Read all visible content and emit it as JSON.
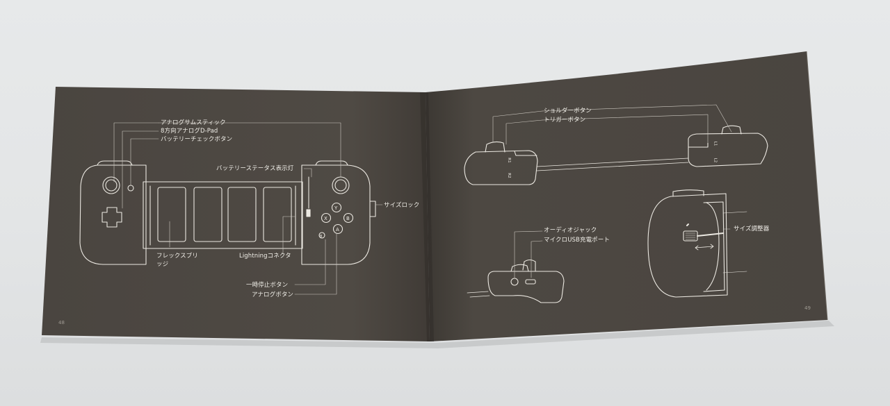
{
  "left_page": {
    "labels": {
      "analog_thumbstick": "アナログサムスティック",
      "dpad": "8方向アナログD-Pad",
      "battery_check": "バッテリーチェックボタン",
      "battery_status": "バッテリーステータス表示灯",
      "size_lock": "サイズロック",
      "flex_bridge_1": "フレックスブリ",
      "flex_bridge_2": "ッジ",
      "lightning": "Lightningコネクタ",
      "pause": "一時停止ボタン",
      "analog_buttons": "アナログボタン"
    },
    "face_buttons": [
      "Y",
      "X",
      "B",
      "A"
    ],
    "small_button": "B",
    "page_number": "48"
  },
  "right_page": {
    "labels": {
      "shoulder": "ショルダーボタン",
      "trigger": "トリガーボタン",
      "audio": "オーディオジャック",
      "micro_usb": "マイクロUSB充電ポート",
      "size_adjuster": "サイズ調整器"
    },
    "button_marks": [
      "R1",
      "R2",
      "L1",
      "L2"
    ],
    "page_number": "49"
  },
  "colors": {
    "page": "#4d4842",
    "ink": "#f1efe9",
    "backdrop": "#e5e7e8"
  }
}
